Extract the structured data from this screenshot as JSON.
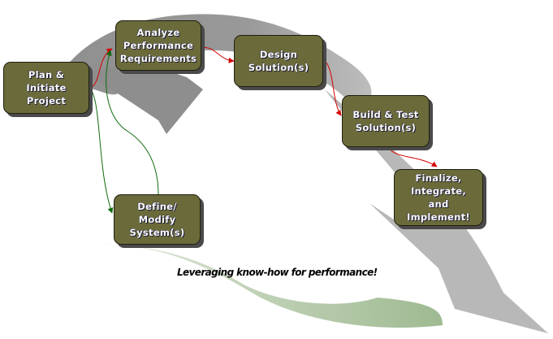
{
  "diagram": {
    "nodes": [
      {
        "id": "plan",
        "label": "Plan &\nInitiate\nProject"
      },
      {
        "id": "analyze",
        "label": "Analyze\nPerformance\nRequirements"
      },
      {
        "id": "design",
        "label": "Design\nSolution(s)"
      },
      {
        "id": "build",
        "label": "Build & Test\nSolution(s)"
      },
      {
        "id": "finalize",
        "label": "Finalize,\nIntegrate,\nand\nImplement!"
      },
      {
        "id": "define",
        "label": "Define/\nModify\nSystem(s)"
      }
    ],
    "edges": [
      {
        "from": "plan",
        "to": "analyze",
        "color": "red"
      },
      {
        "from": "analyze",
        "to": "design",
        "color": "red"
      },
      {
        "from": "design",
        "to": "build",
        "color": "red"
      },
      {
        "from": "build",
        "to": "finalize",
        "color": "red"
      },
      {
        "from": "plan",
        "to": "define",
        "color": "green"
      },
      {
        "from": "define",
        "to": "analyze",
        "color": "green"
      }
    ],
    "tagline": "Leveraging know-how for performance!"
  },
  "colors": {
    "node_fill": "#6b6a3a",
    "node_text": "#ffffff",
    "arrow_red": "#cc0000",
    "arrow_green": "#1a6b1a",
    "swoosh_gray": "#b5b5b5",
    "swoosh_dark_gray": "#8e8e8e",
    "swoosh_green": "#a9c29c"
  }
}
